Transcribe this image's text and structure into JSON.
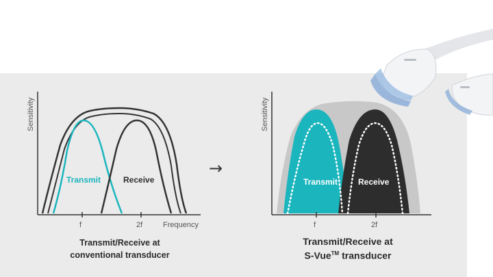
{
  "left_diagram": {
    "y_axis_label": "Sensitivity",
    "x_axis_label": "Frequency",
    "ticks": [
      "f",
      "2f"
    ],
    "transmit_label": "Transmit",
    "receive_label": "Receive",
    "caption_line1": "Transmit/Receive at",
    "caption_line2": "conventional transducer"
  },
  "arrow_glyph": "→",
  "right_diagram": {
    "y_axis_label": "Sensitivity",
    "ticks": [
      "f",
      "2f"
    ],
    "transmit_label": "Transmit",
    "receive_label": "Receive",
    "caption_line1": "Transmit/Receive at",
    "caption_line2_prefix": "S-Vue",
    "caption_line2_tm": "TM",
    "caption_line2_suffix": " transducer"
  },
  "colors": {
    "transmit": "#1bb5bd",
    "receive": "#2d2d2d",
    "envelope_fill": "#c8c8c8",
    "panel_bg": "#ebebeb",
    "outline": "#333333"
  },
  "icons": [
    "ultrasound-probe-icon",
    "ultrasound-probe-secondary-icon"
  ]
}
